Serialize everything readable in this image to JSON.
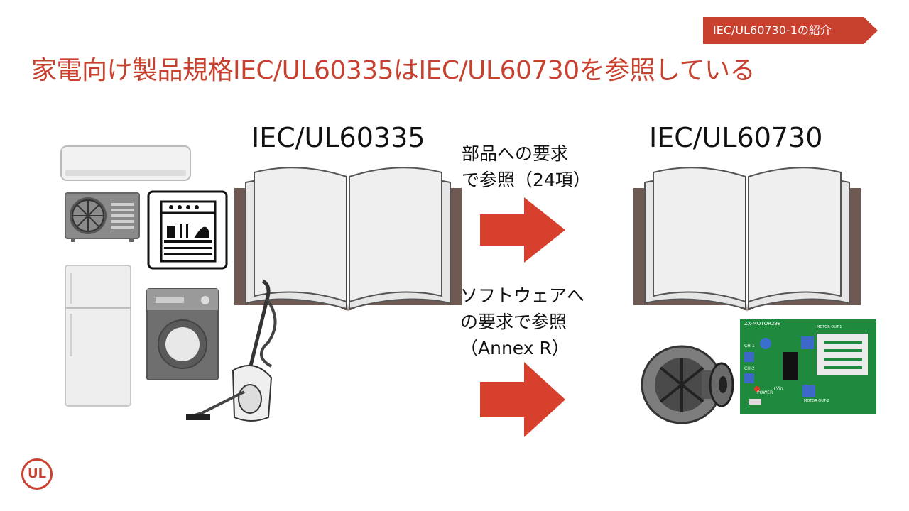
{
  "header": {
    "section_tag": "IEC/UL60730-1の紹介",
    "title": "家電向け製品規格IEC/UL60335はIEC/UL60730を参照している"
  },
  "left_standard": {
    "label": "IEC/UL60335"
  },
  "right_standard": {
    "label": "IEC/UL60730"
  },
  "notes": {
    "components": [
      "部品への要求",
      "で参照（24項）"
    ],
    "software": [
      "ソフトウェアへ",
      "の要求で参照",
      "（Annex R）"
    ]
  },
  "board": {
    "title": "ZX-MOTOR298",
    "ch1": "CH-1",
    "ch2": "CH-2",
    "power": "POWER",
    "vin": "+Vin",
    "motor1": "MOTOR OUT-1",
    "motor2": "MOTOR OUT-2"
  },
  "logo": {
    "text": "UL"
  },
  "colors": {
    "accent": "#c8412f",
    "book_cover": "#6e5953",
    "board_green": "#1f8a3e"
  }
}
